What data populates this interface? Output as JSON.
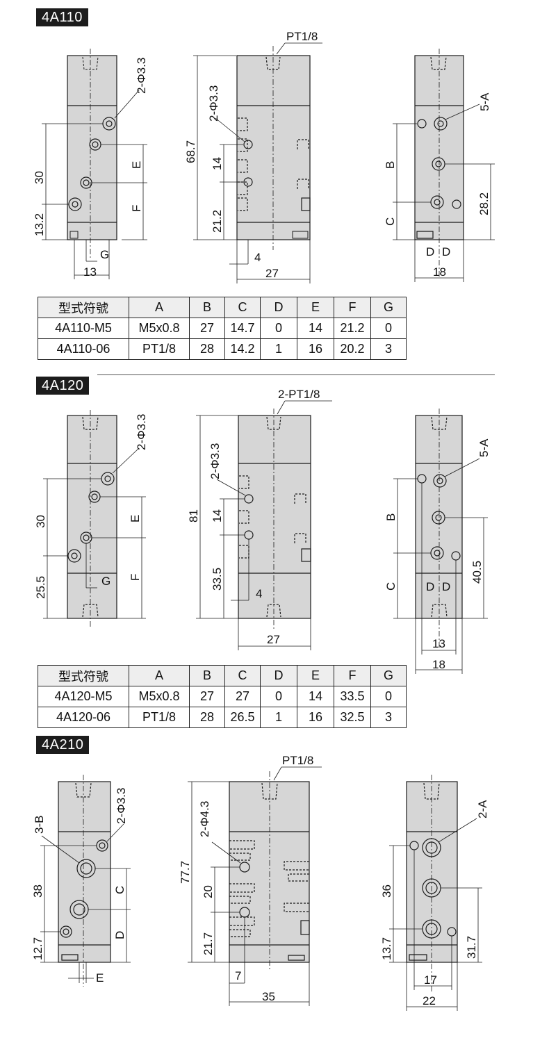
{
  "sections": [
    {
      "model": "4A110",
      "left": {
        "phi": "2-Φ3.3",
        "d1": "30",
        "d2": "13.2",
        "lE": "E",
        "lF": "F",
        "lG": "G",
        "w": "13"
      },
      "mid": {
        "top": "PT1/8",
        "phi": "2-Φ3.3",
        "h": "68.7",
        "d1": "14",
        "d2": "21.2",
        "s": "4",
        "w": "27"
      },
      "right": {
        "port": "5-A",
        "lB": "B",
        "lC": "C",
        "d": "28.2",
        "lD": "D",
        "w1": "",
        "w2": "18"
      },
      "table": {
        "headers": [
          "型式符號",
          "A",
          "B",
          "C",
          "D",
          "E",
          "F",
          "G"
        ],
        "rows": [
          [
            "4A110-M5",
            "M5x0.8",
            "27",
            "14.7",
            "0",
            "14",
            "21.2",
            "0"
          ],
          [
            "4A110-06",
            "PT1/8",
            "28",
            "14.2",
            "1",
            "16",
            "20.2",
            "3"
          ]
        ]
      }
    },
    {
      "model": "4A120",
      "left": {
        "phi": "2-Φ3.3",
        "d1": "30",
        "d2": "25.5",
        "lE": "E",
        "lF": "F",
        "lG": "G",
        "w": ""
      },
      "mid": {
        "top": "2-PT1/8",
        "phi": "2-Φ3.3",
        "h": "81",
        "d1": "14",
        "d2": "33.5",
        "s": "4",
        "w": "27"
      },
      "right": {
        "port": "5-A",
        "lB": "B",
        "lC": "C",
        "d": "40.5",
        "lD": "D",
        "w1": "13",
        "w2": "18"
      },
      "table": {
        "headers": [
          "型式符號",
          "A",
          "B",
          "C",
          "D",
          "E",
          "F",
          "G"
        ],
        "rows": [
          [
            "4A120-M5",
            "M5x0.8",
            "27",
            "27",
            "0",
            "14",
            "33.5",
            "0"
          ],
          [
            "4A120-06",
            "PT1/8",
            "28",
            "26.5",
            "1",
            "16",
            "32.5",
            "3"
          ]
        ]
      }
    },
    {
      "model": "4A210",
      "left": {
        "phi": "2-Φ3.3",
        "port": "3-B",
        "d1": "38",
        "d2": "12.7",
        "lC": "C",
        "lD": "D",
        "lE": "E"
      },
      "mid": {
        "top": "PT1/8",
        "phi": "2-Φ4.3",
        "h": "77.7",
        "d1": "20",
        "d2": "21.7",
        "s": "7",
        "w": "35"
      },
      "right": {
        "port": "2-A",
        "d1": "36",
        "d2": "13.7",
        "d3": "31.7",
        "w1": "17",
        "w2": "22"
      }
    }
  ],
  "watermark": "",
  "colors": {
    "header_bg": "#1c1c1c",
    "body_fill": "#d6d6d6",
    "line": "#1a1a1a"
  }
}
